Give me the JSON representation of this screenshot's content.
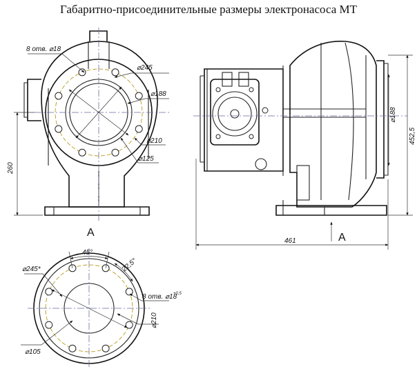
{
  "title": "Габаритно-присоединительные размеры электронасоса МТ",
  "front_view": {
    "holes_label": "8 отв. ⌀18",
    "d245": "⌀245",
    "d188": "⌀188",
    "d210": "⌀210",
    "d125": "⌀125",
    "height": "260",
    "view_label": "A"
  },
  "side_view": {
    "d188": "⌀188",
    "height": "452,5",
    "length": "461",
    "view_label": "A"
  },
  "flange_view": {
    "angle_top": "45°",
    "angle_side": "22,5°",
    "d245": "⌀245*",
    "holes_label": "8 отв. ⌀18",
    "holes_tol": "+0,5",
    "d210": "⌀210",
    "d105": "⌀105"
  },
  "colors": {
    "axis": "#6a6aa0",
    "pcd": "#b09000",
    "line": "#222222"
  }
}
